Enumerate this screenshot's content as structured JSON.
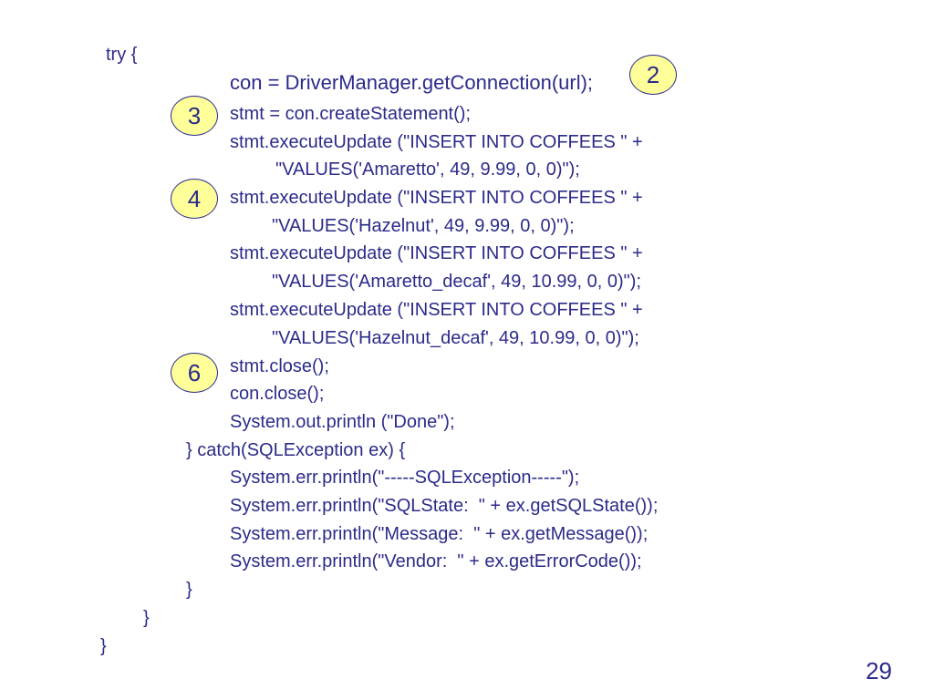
{
  "code": {
    "lines": [
      "try {",
      "con = DriverManager.getConnection(url);",
      "stmt = con.createStatement();",
      "stmt.executeUpdate (\"INSERT INTO COFFEES \" +",
      "\"VALUES('Amaretto', 49, 9.99, 0, 0)\");",
      "stmt.executeUpdate (\"INSERT INTO COFFEES \" +",
      "\"VALUES('Hazelnut', 49, 9.99, 0, 0)\");",
      "stmt.executeUpdate (\"INSERT INTO COFFEES \" +",
      "\"VALUES('Amaretto_decaf', 49, 10.99, 0, 0)\");",
      "stmt.executeUpdate (\"INSERT INTO COFFEES \" +",
      "\"VALUES('Hazelnut_decaf', 49, 10.99, 0, 0)\");",
      "stmt.close();",
      "con.close();",
      "System.out.println (\"Done\");",
      "} catch(SQLException ex) {",
      "System.err.println(\"-----SQLException-----\");",
      "System.err.println(\"SQLState:  \" + ex.getSQLState());",
      "System.err.println(\"Message:  \" + ex.getMessage());",
      "System.err.println(\"Vendor:  \" + ex.getErrorCode());",
      "}",
      "}",
      "}"
    ]
  },
  "callouts": [
    "2",
    "3",
    "4",
    "6"
  ],
  "page_number": "29"
}
